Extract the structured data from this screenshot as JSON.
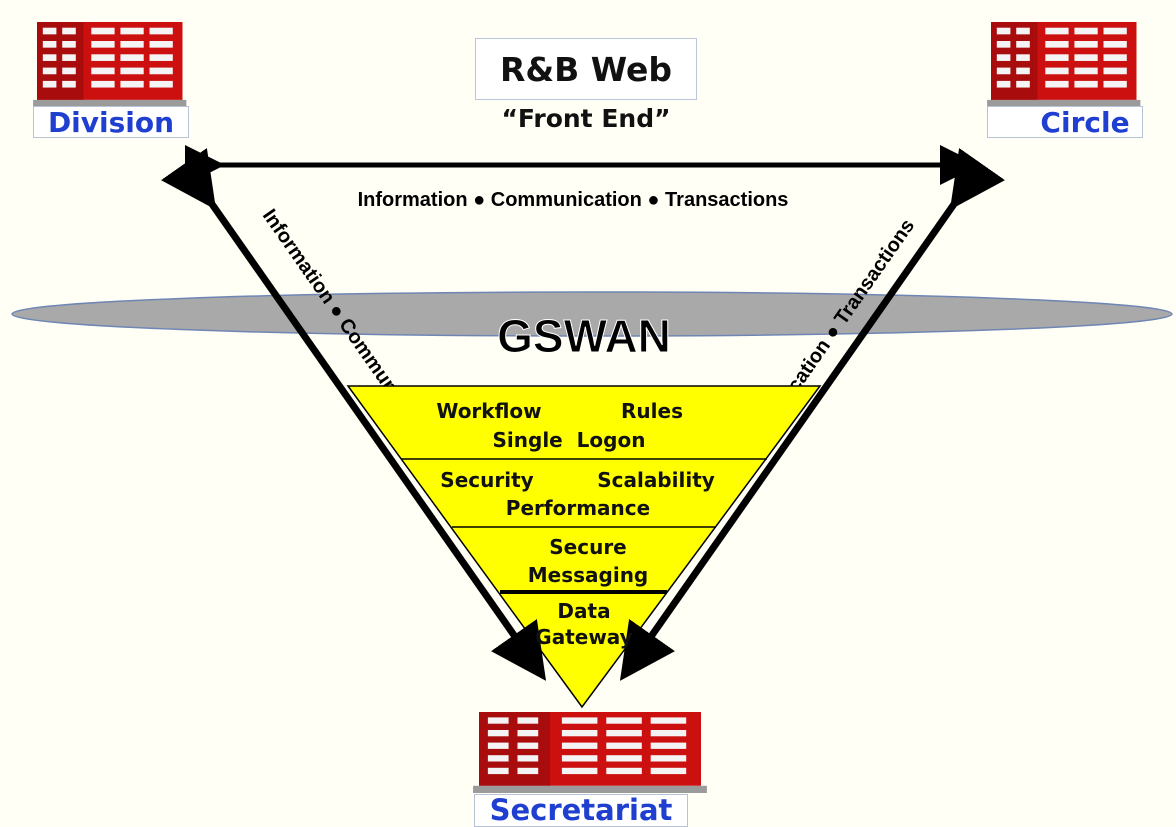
{
  "header": {
    "title": "R&B Web",
    "subtitle": "“Front End”"
  },
  "nodes": {
    "division": "Division",
    "circle": "Circle",
    "secretariat": "Secretariat"
  },
  "arrows": {
    "top_label": "Information ● Communication ● Transactions",
    "left_label": "Information ● Communication ● Transactions",
    "right_label": "Information ● Communication ● Transactions"
  },
  "network": {
    "name": "GSWAN"
  },
  "funnel": {
    "layer1": [
      "Workflow",
      "Rules",
      "Single  Logon"
    ],
    "layer2": [
      "Security",
      "Scalability",
      "Performance"
    ],
    "layer3": [
      "Secure",
      "Messaging"
    ],
    "layer4": [
      "Data",
      "Gateway"
    ]
  },
  "colors": {
    "background": "#fffff5",
    "funnel": "#ffff00",
    "ellipse": "#a9a9a9",
    "ellipse_stroke": "#6f86b5",
    "label_text": "#1f3fd0",
    "building": "#d41414"
  }
}
